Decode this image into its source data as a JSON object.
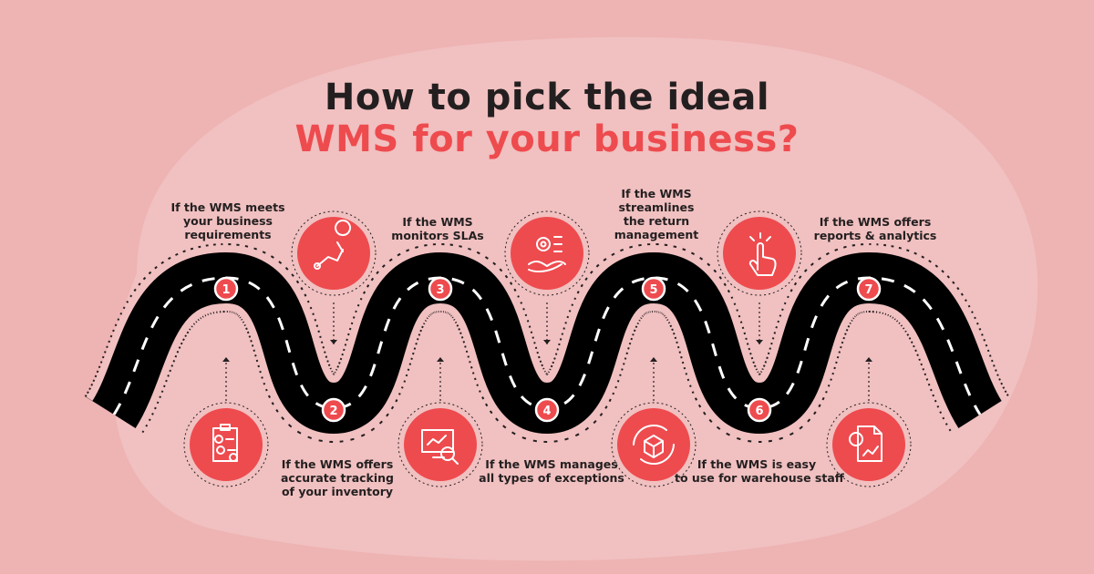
{
  "title": {
    "line1": "How to pick the ideal",
    "line2": "WMS for your business?"
  },
  "colors": {
    "background": "#eeb3b3",
    "blob": "#f1c0c0",
    "accent": "#ee4b4f",
    "road": "#000000",
    "text": "#231f20"
  },
  "steps": [
    {
      "number": "1",
      "label": [
        "If the WMS meets",
        "your business",
        "requirements"
      ],
      "icon": "route-pin-icon"
    },
    {
      "number": "2",
      "label": [
        "If the WMS offers",
        "accurate tracking",
        "of your inventory"
      ],
      "icon": "checklist-clipboard-icon"
    },
    {
      "number": "3",
      "label": [
        "If the WMS",
        "monitors SLAs"
      ],
      "icon": "location-pin-path-icon"
    },
    {
      "number": "4",
      "label": [
        "If the WMS manages",
        "all types of exceptions"
      ],
      "icon": "monitor-magnifier-icon"
    },
    {
      "number": "5",
      "label": [
        "If the WMS",
        "streamlines",
        "the return",
        "management"
      ],
      "icon": "gear-hand-icon"
    },
    {
      "number": "6",
      "label": [
        "If the WMS is easy",
        "to use for warehouse staff"
      ],
      "icon": "box-cycle-icon"
    },
    {
      "number": "7",
      "label": [
        "If the WMS offers",
        "reports & analytics"
      ],
      "icon": "tap-finger-icon"
    }
  ]
}
